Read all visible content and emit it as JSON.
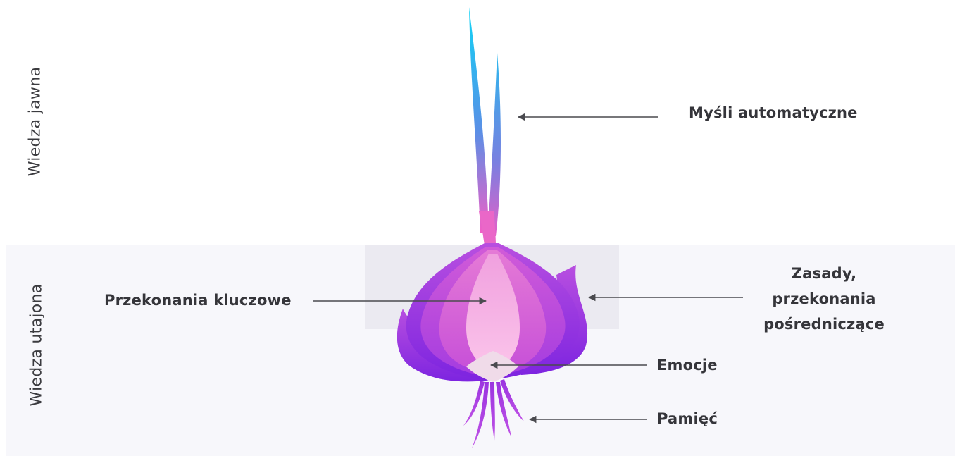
{
  "sections": {
    "upper": "Wiedza jawna",
    "lower": "Wiedza utajona"
  },
  "callouts": {
    "automatic_thoughts": "Myśli automatyczne",
    "core_beliefs": "Przekonania kluczowe",
    "rules_line1": "Zasady,",
    "rules_line2": "przekonania",
    "rules_line3": "pośredniczące",
    "emotions": "Emocje",
    "memory": "Pamięć"
  },
  "colors": {
    "stem_top": "#16c8f0",
    "stem_bottom": "#f06ac8",
    "bulb_outer": "#8a2be2",
    "bulb_mid": "#c33fd6",
    "bulb_inner": "#f8a8e0",
    "arrow": "#4a4a4f"
  }
}
